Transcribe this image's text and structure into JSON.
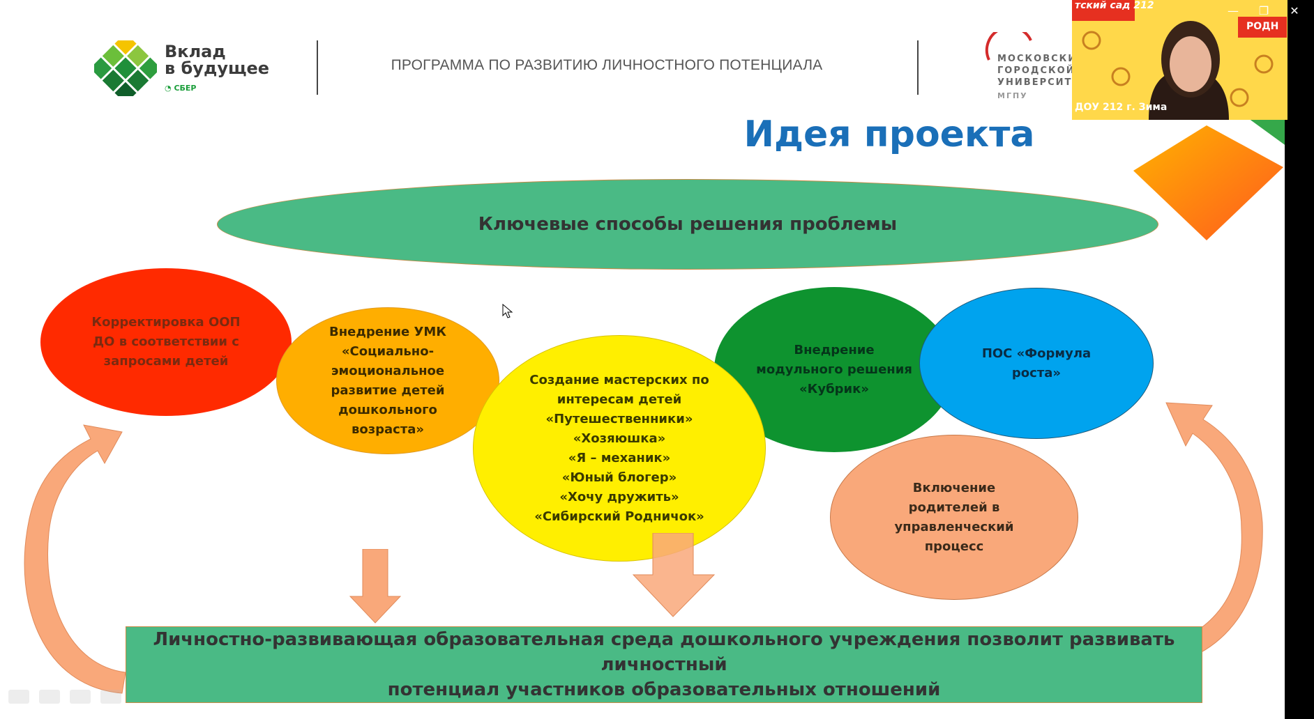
{
  "header": {
    "logo_line1": "Вклад",
    "logo_line2": "в будущее",
    "logo_sub": "СБЕР",
    "program_title": "ПРОГРАММА ПО РАЗВИТИЮ ЛИЧНОСТНОГО ПОТЕНЦИАЛА",
    "university_lines": [
      "МОСКОВСКИЙ",
      "ГОРОДСКОЙ",
      "УНИВЕРСИТЕТ",
      "МГПУ"
    ]
  },
  "slide": {
    "title": "Идея проекта",
    "top_ellipse": "Ключевые способы решения проблемы",
    "ellipses": {
      "red": "Корректировка ООП\nДО в соответствии с\nзапросами детей",
      "orange": "Внедрение УМК\n«Социально-\nэмоциональное\nразвитие детей\nдошкольного\nвозраста»",
      "yellow": "Создание мастерских по\nинтересам детей\n«Путешественники»\n«Хозяюшка»\n«Я – механик»\n«Юный блогер»\n«Хочу дружить»\n«Сибирский Родничок»",
      "green": "Внедрение\nмодульного решения\n«Кубрик»",
      "blue": "ПОС «Формула\nроста»",
      "peach": "Включение\nродителей в\nуправленческий\nпроцесс"
    },
    "bottom_box": "Личностно-развивающая образовательная среда дошкольного учреждения позволит развивать личностный\nпотенциал участников образовательных отношений"
  },
  "video": {
    "participant_label": "ДОУ 212 г. Зима",
    "banner_text": "тский сад 212",
    "banner_right": "РОДН"
  },
  "window_controls": {
    "minimize_icon": "minimize-icon",
    "restore_icon": "restore-icon",
    "close_icon": "close-icon"
  },
  "colors": {
    "title_blue": "#1a6fb8",
    "ellipse_green": "#4aba85",
    "red": "#ff2a00",
    "orange": "#ffae00",
    "yellow": "#ffef00",
    "green": "#0e932f",
    "blue": "#00a3ee",
    "peach": "#f9a87a",
    "arrow": "#f9a87a"
  }
}
